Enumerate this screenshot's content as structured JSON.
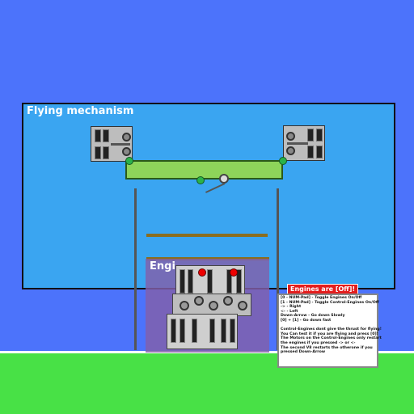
{
  "scene": {
    "colors": {
      "sky": "#4c73fb",
      "ground": "#48e146",
      "frame": "#3aa5f1",
      "beam": "#8ed45a",
      "engine_panel": "#825faa",
      "status_red": "#e41d1d"
    }
  },
  "flying_mechanism": {
    "title": "Flying mechanism"
  },
  "engine_panel": {
    "title": "Engi"
  },
  "status": {
    "label": "Engines are [Off]!"
  },
  "help": {
    "lines": [
      "[0 - NUM-Pad] - Toggle Engines On/Off",
      "[1 - NUM-Pad] - Toggle Control-Engines On/Off",
      "->  -  Right",
      "<-  -  Left",
      "Down-Arrow - Go down Slowly",
      "[0] + [1] - Go down fast",
      "",
      "Control-Engines dont give the thrust for flying!",
      "You Can test it if you are flying and press [0]!",
      "The Motors on the Control-Engines only restart",
      "the engines if you pressed -> or <-",
      "The second V8 restarts the otherone if you",
      "pressed Down-Arrow"
    ]
  }
}
